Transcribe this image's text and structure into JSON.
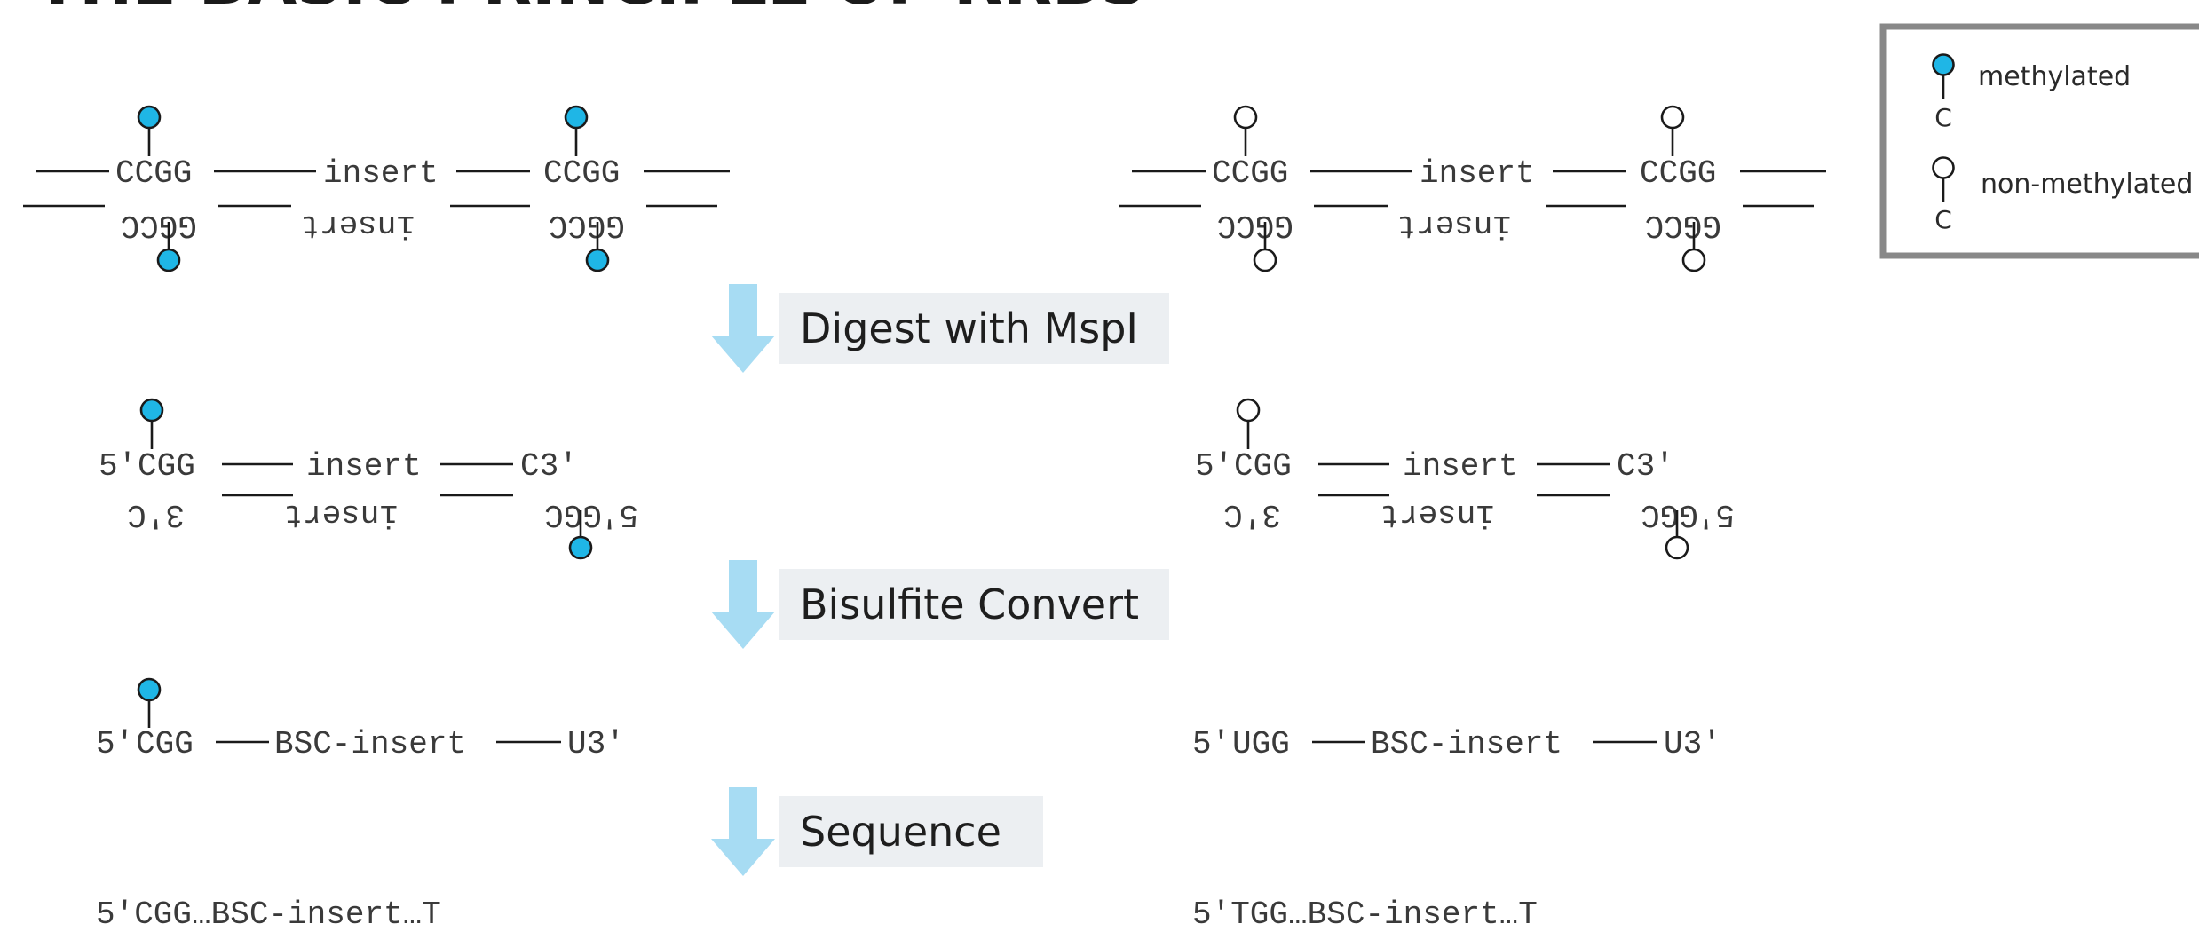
{
  "title": "THE BASIC PRINCIPLE OF RRBS",
  "colors": {
    "methylated_fill": "#1fb6e6",
    "unmethylated_fill": "#ffffff",
    "arrow": "#a7dcf3",
    "step_box": "#eceff2",
    "legend_border": "#888888"
  },
  "legend": {
    "methylated_label": "methylated",
    "unmethylated_label": "non-methylated",
    "base_label": "C"
  },
  "steps": {
    "digest": "Digest with MspI",
    "bisulfite": "Bisulfite Convert",
    "sequence": "Sequence"
  },
  "panels": [
    {
      "id": "methylated",
      "methylated": true,
      "genomic": {
        "top_site_left": "CCGG",
        "top_insert": "insert",
        "top_site_right": "CCGG",
        "bottom_site_left": "GGCC",
        "bottom_insert": "insert",
        "bottom_site_right": "GGCC"
      },
      "digested": {
        "top_prefix": "5′",
        "top_site": "CGG",
        "top_insert": "insert",
        "top_end": "C3′",
        "bottom_end": "3′C",
        "bottom_insert": "insert",
        "bottom_site": "GGC",
        "bottom_prefix": "5′"
      },
      "converted": {
        "prefix": "5′",
        "site": "CGG",
        "insert": "BSC-insert",
        "end": "U3′"
      },
      "read": "5′CGG…BSC-insert…T"
    },
    {
      "id": "unmethylated",
      "methylated": false,
      "genomic": {
        "top_site_left": "CCGG",
        "top_insert": "insert",
        "top_site_right": "CCGG",
        "bottom_site_left": "GGCC",
        "bottom_insert": "insert",
        "bottom_site_right": "GGCC"
      },
      "digested": {
        "top_prefix": "5′",
        "top_site": "CGG",
        "top_insert": "insert",
        "top_end": "C3′",
        "bottom_end": "3′C",
        "bottom_insert": "insert",
        "bottom_site": "GGC",
        "bottom_prefix": "5′"
      },
      "converted": {
        "prefix": "5′",
        "site": "UGG",
        "insert": "BSC-insert",
        "end": "U3′"
      },
      "read": "5′TGG…BSC-insert…T"
    }
  ]
}
